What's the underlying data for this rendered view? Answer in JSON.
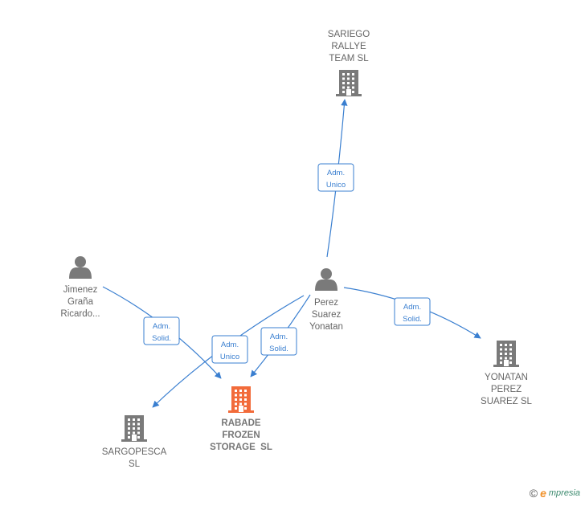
{
  "colors": {
    "edge": "#3a7fd0",
    "company_icon": "#7a7a7a",
    "highlight_icon": "#f26b3a",
    "person_icon": "#7a7a7a"
  },
  "nodes": [
    {
      "id": "sariego",
      "type": "company",
      "lines": [
        "SARIEGO",
        "RALLYE",
        "TEAM SL"
      ]
    },
    {
      "id": "jimenez",
      "type": "person",
      "lines": [
        "Jimenez",
        "Graña",
        "Ricardo..."
      ]
    },
    {
      "id": "perez",
      "type": "person",
      "lines": [
        "Perez",
        "Suarez",
        "Yonatan"
      ]
    },
    {
      "id": "yonatan_sl",
      "type": "company",
      "lines": [
        "YONATAN",
        "PEREZ",
        "SUAREZ SL"
      ]
    },
    {
      "id": "rabade",
      "type": "company-highlight",
      "lines": [
        "RABADE",
        "FROZEN",
        "STORAGE  SL"
      ]
    },
    {
      "id": "sargopesca",
      "type": "company",
      "lines": [
        "SARGOPESCA",
        "SL"
      ]
    }
  ],
  "edges": [
    {
      "id": "perez-sariego",
      "badge": [
        "Adm.",
        "Unico"
      ]
    },
    {
      "id": "perez-yonatan",
      "badge": [
        "Adm.",
        "Solid."
      ]
    },
    {
      "id": "jimenez-rabade",
      "badge": [
        "Adm.",
        "Solid."
      ]
    },
    {
      "id": "perez-sargopesca",
      "badge": [
        "Adm.",
        "Unico"
      ]
    },
    {
      "id": "perez-rabade",
      "badge": [
        "Adm.",
        "Solid."
      ]
    }
  ],
  "footer": {
    "copyright": "©",
    "brand_initial": "e",
    "brand_rest": "mpresia"
  }
}
